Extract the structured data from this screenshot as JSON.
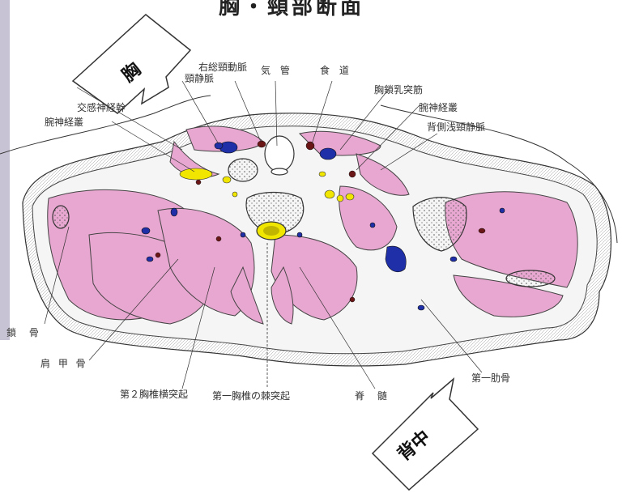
{
  "title": "胸・頸部断面",
  "arrows": {
    "top": "胸",
    "bottom": "背中"
  },
  "labels": {
    "sternocleidomastoid_vein": "頸静脈",
    "right_common_carotid": "右総頸動脈",
    "trachea": "気 管",
    "esophagus": "食 道",
    "sternocleidomastoid": "胸鎖乳突筋",
    "brachial_plexus_right": "腕神経叢",
    "dorsal_superficial_vein": "背側浅頸静脈",
    "sympathetic_trunk": "交感神経幹",
    "brachial_plexus_left": "腕神経叢",
    "clavicle": "鎖 骨",
    "scapula": "肩 甲 骨",
    "transverse_process_t2": "第２胸椎横突起",
    "spinous_process_t1": "第一胸椎の棘突起",
    "spinal_cord": "脊 髄",
    "first_rib": "第一肋骨"
  },
  "colors": {
    "muscle": "#e8a7d0",
    "fat": "#f4f4f4",
    "vein": "#1e2fa8",
    "artery": "#6a1616",
    "nerve": "#f0e600",
    "bone": "#ffffff"
  }
}
